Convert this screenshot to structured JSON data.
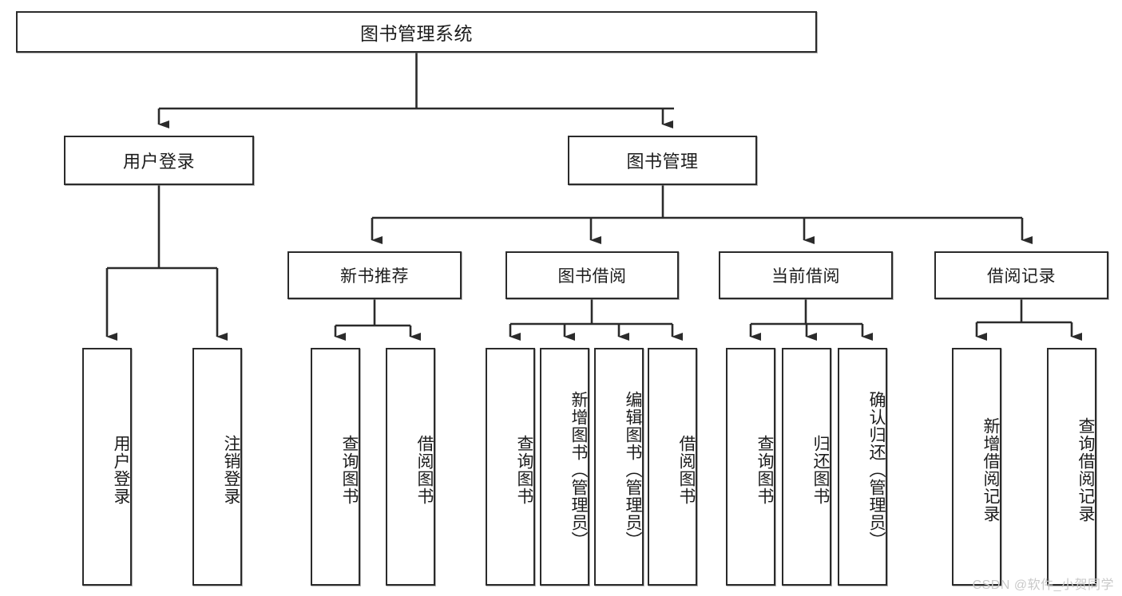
{
  "diagram": {
    "type": "tree-hierarchy",
    "title": "图书管理系统",
    "watermark": "CSDN @软件_小贺同学",
    "colors": {
      "box_border": "#2b2b2b",
      "box_fill": "#ffffff",
      "connector": "#2b2b2b",
      "watermark": "#c9c9c9",
      "background": "#ffffff"
    },
    "root": {
      "label": "图书管理系统"
    },
    "level2": [
      {
        "label": "用户登录"
      },
      {
        "label": "图书管理"
      }
    ],
    "level3": [
      {
        "label": "新书推荐"
      },
      {
        "label": "图书借阅"
      },
      {
        "label": "当前借阅"
      },
      {
        "label": "借阅记录"
      }
    ],
    "leaves": {
      "user_login": [
        {
          "label": "用户登录"
        },
        {
          "label": "注销登录"
        }
      ],
      "new_book": [
        {
          "label": "查询图书"
        },
        {
          "label": "借阅图书"
        }
      ],
      "book_borrow": [
        {
          "label": "查询图书"
        },
        {
          "label": "新增图书（管理员）"
        },
        {
          "label": "编辑图书（管理员）"
        },
        {
          "label": "借阅图书"
        }
      ],
      "current_borrow": [
        {
          "label": "查询图书"
        },
        {
          "label": "归还图书"
        },
        {
          "label": "确认归还（管理员）"
        }
      ],
      "borrow_record": [
        {
          "label": "新增借阅记录"
        },
        {
          "label": "查询借阅记录"
        }
      ]
    }
  }
}
